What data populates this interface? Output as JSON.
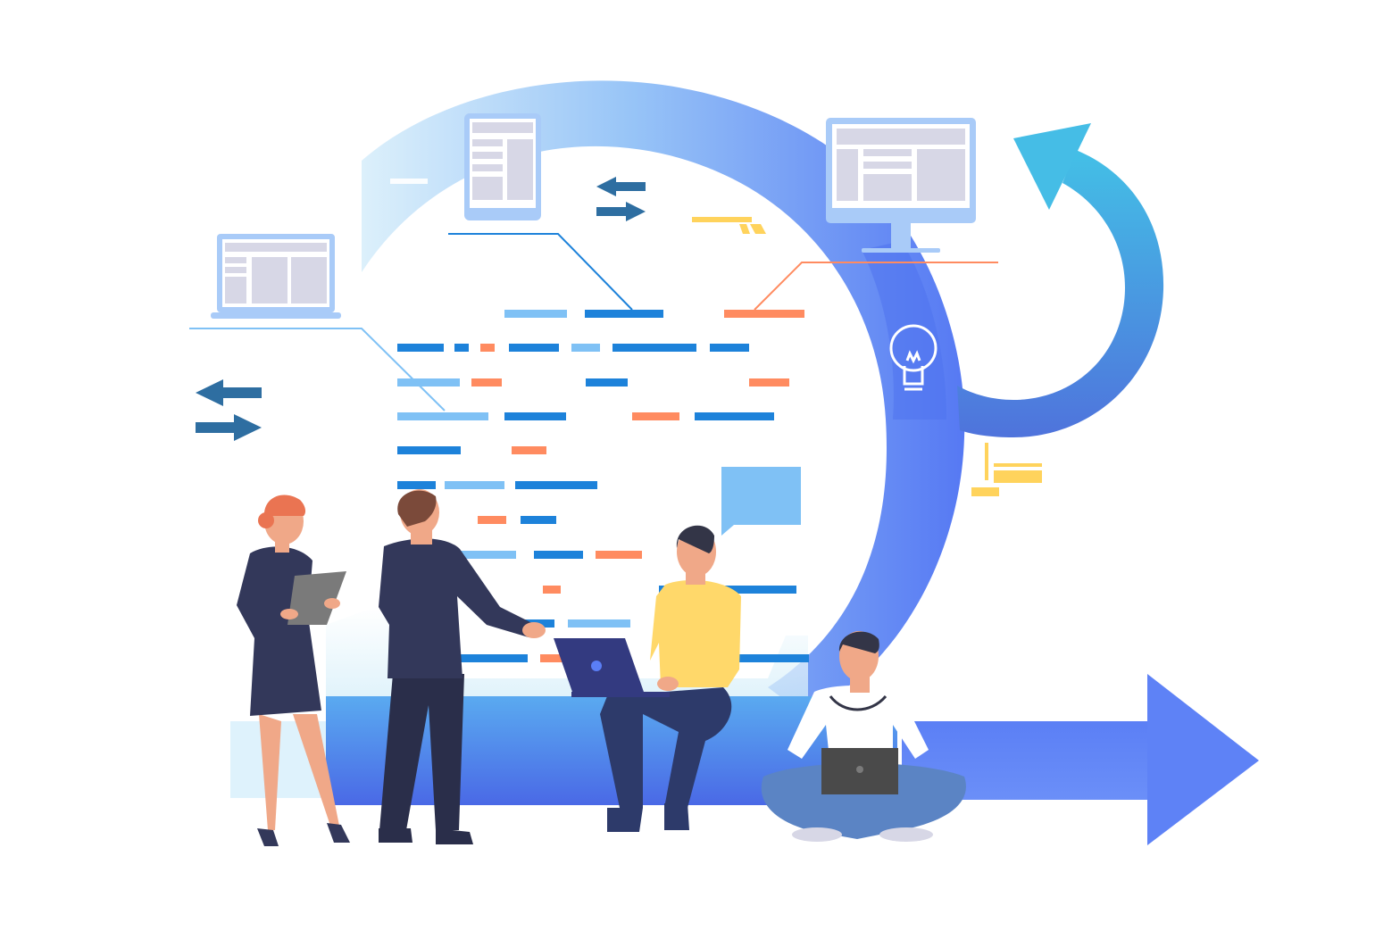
{
  "illustration": {
    "kind": "agile-sprint-cycle",
    "colors": {
      "background": "#ffffff",
      "loop_light": "#cfe7f8",
      "loop_mid": "#8fb8f6",
      "loop_dark": "#5a7ef5",
      "arrow_cyan": "#45bde6",
      "arrow_navy": "#2e6ea1",
      "code_blue": "#1d82da",
      "code_light": "#7fc1f5",
      "code_orange": "#ff8b60",
      "code_yellow": "#ffd35c",
      "device_frame": "#a9cbf8",
      "device_screen": "#d7d7e6",
      "person_dark_suit": "#33385a",
      "person_yellow_shirt": "#ffd86a",
      "person_jeans": "#5b84c4",
      "skin": "#f0a888",
      "hair_red": "#ea7452",
      "hair_brown": "#7b4a3a",
      "hair_dark": "#333547"
    },
    "icons": [
      "laptop-icon",
      "tablet-icon",
      "monitor-icon",
      "lightbulb-icon",
      "speech-bubble-icon",
      "swap-arrows-icon",
      "circular-arrow-icon",
      "forward-arrow-icon"
    ],
    "people": [
      "woman-with-tablet",
      "man-in-suit-pointing",
      "man-seated-with-laptop",
      "man-crosslegged-with-laptop"
    ]
  }
}
